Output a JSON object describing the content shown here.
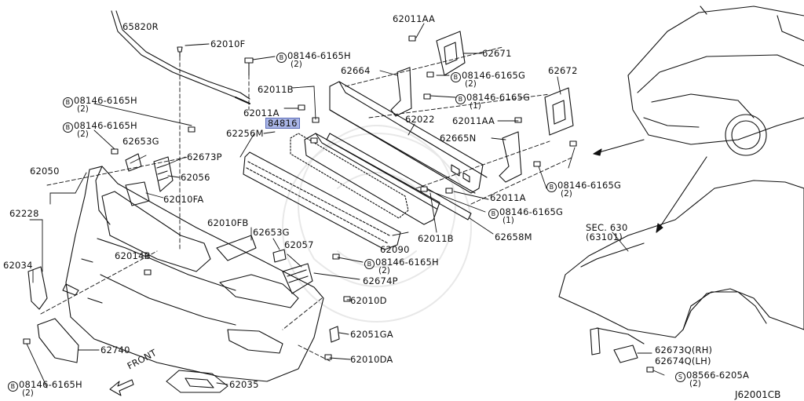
{
  "labels": {
    "p65820R": "65820R",
    "p62010F": "62010F",
    "b1_code": "08146-6165H",
    "b1_qty": "(2)",
    "p62011B_a": "62011B",
    "p62011A_a": "62011A",
    "p84816": "84816",
    "p62256M": "62256M",
    "b2_code": "08146-6165H",
    "b2_qty": "(2)",
    "b3_code": "08146-6165H",
    "b3_qty": "(2)",
    "p62653G_a": "62653G",
    "p62673P": "62673P",
    "p62056": "62056",
    "p62050": "62050",
    "p62228": "62228",
    "p62010FA": "62010FA",
    "p62010FB": "62010FB",
    "p62653G_b": "62653G",
    "p62057": "62057",
    "b4_code": "08146-6165H",
    "b4_qty": "(2)",
    "p62674P": "62674P",
    "p62034": "62034",
    "p62014B": "62014B",
    "p62010D": "62010D",
    "p62051GA": "62051GA",
    "p62010DA": "62010DA",
    "p62740": "62740",
    "b5_code": "08146-6165H",
    "b5_qty": "(2)",
    "front": "FRONT",
    "p62035": "62035",
    "p62090": "62090",
    "p62011B_b": "62011B",
    "p62658M": "62658M",
    "p62011AA_a": "62011AA",
    "p62671": "62671",
    "p62664": "62664",
    "b6_code": "08146-6165G",
    "b6_qty": "(2)",
    "b7_code": "08146-6165G",
    "b7_qty": "(1)",
    "p62672": "62672",
    "p62022": "62022",
    "p62011AA_b": "62011AA",
    "p62665N": "62665N",
    "b8_code": "08146-6165G",
    "b8_qty": "(2)",
    "p62011A_b": "62011A",
    "b9_code": "08146-6165G",
    "b9_qty": "(1)",
    "sec_line1": "SEC. 630",
    "sec_line2": "(63101)",
    "p62673Q": "62673Q(RH)",
    "p62674Q": "62674Q(LH)",
    "s1_code": "08566-6205A",
    "s1_qty": "(2)",
    "diagram_id": "J62001CB",
    "sym_b": "B",
    "sym_s": "S"
  }
}
